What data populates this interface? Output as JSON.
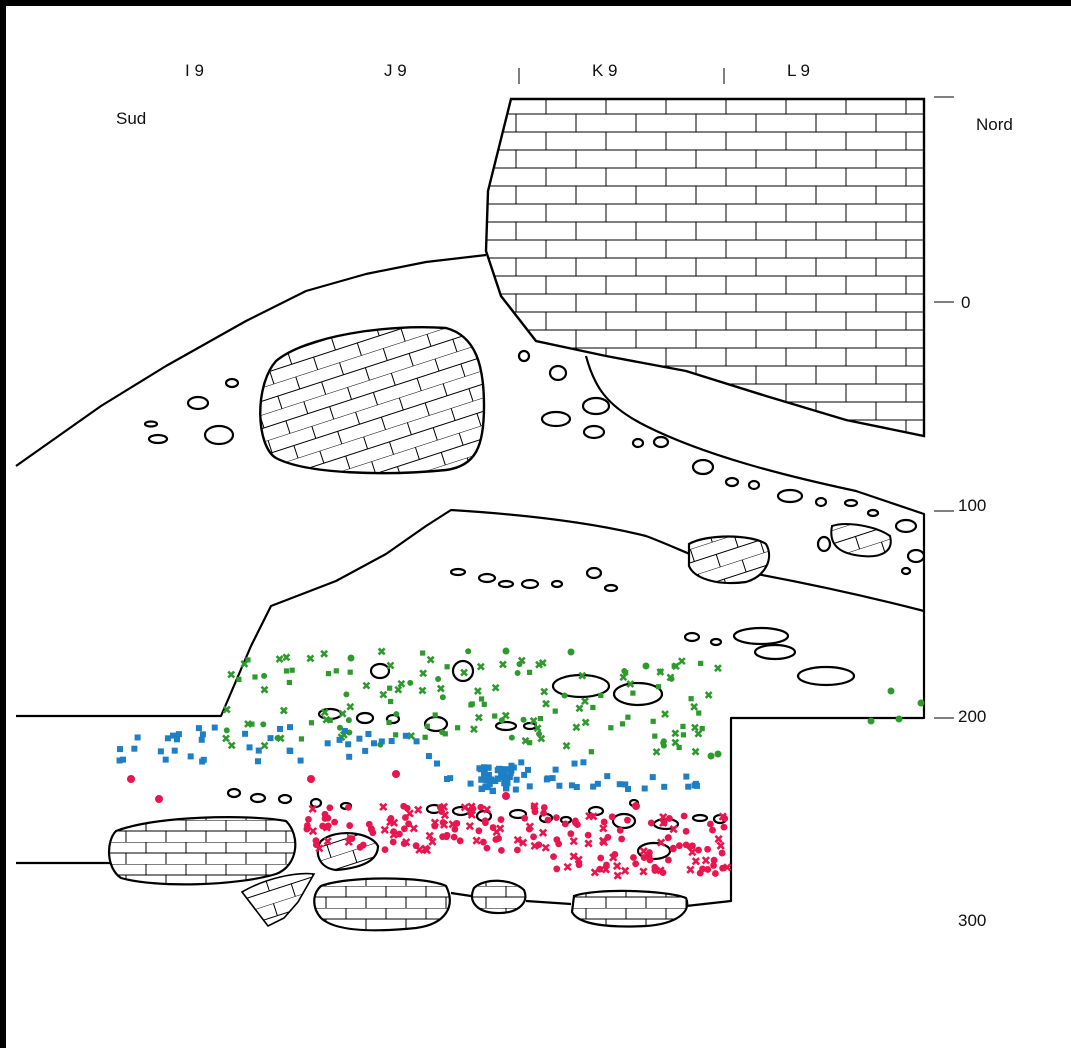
{
  "columns": [
    "I 9",
    "J 9",
    "K 9",
    "L 9"
  ],
  "orientation": {
    "left": "Sud",
    "right": "Nord"
  },
  "depth_ticks": [
    "0",
    "100",
    "200",
    "300"
  ],
  "colors": {
    "ink": "#000000",
    "green": "#2e9a2e",
    "blue": "#1f7fc4",
    "red": "#e8154f"
  }
}
